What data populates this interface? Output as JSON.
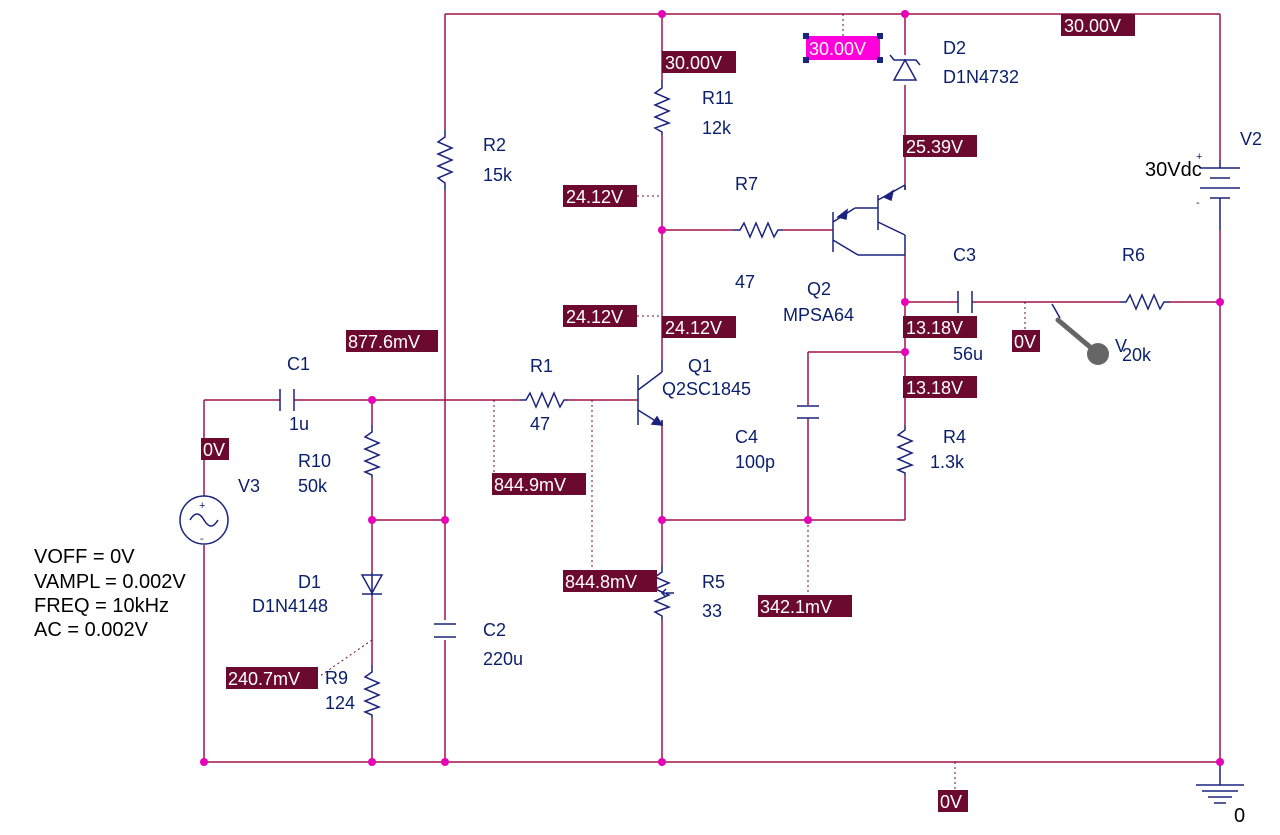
{
  "colors": {
    "wire": "#a0144a",
    "component": "#1a237e",
    "node": "#e600b8",
    "marker_bg": "#6b0a2c",
    "marker_selected_bg": "#ff00dd",
    "probe": "#666666"
  },
  "components": {
    "R2": {
      "ref": "R2",
      "value": "15k"
    },
    "R11": {
      "ref": "R11",
      "value": "12k"
    },
    "R7": {
      "ref": "R7",
      "value": "47"
    },
    "R1": {
      "ref": "R1",
      "value": "47"
    },
    "R10": {
      "ref": "R10",
      "value": "50k"
    },
    "R9": {
      "ref": "R9",
      "value": "124"
    },
    "R5": {
      "ref": "R5",
      "value": "33"
    },
    "R4": {
      "ref": "R4",
      "value": "1.3k"
    },
    "R6": {
      "ref": "R6",
      "value": "20k"
    },
    "C1": {
      "ref": "C1",
      "value": "1u"
    },
    "C2": {
      "ref": "C2",
      "value": "220u"
    },
    "C3": {
      "ref": "C3",
      "value": "56u"
    },
    "C4": {
      "ref": "C4",
      "value": "100p"
    },
    "D1": {
      "ref": "D1",
      "value": "D1N4148"
    },
    "D2": {
      "ref": "D2",
      "value": "D1N4732"
    },
    "Q1": {
      "ref": "Q1",
      "value": "Q2SC1845"
    },
    "Q2": {
      "ref": "Q2",
      "value": "MPSA64"
    },
    "V2": {
      "ref": "V2",
      "value": "30Vdc"
    },
    "V3": {
      "ref": "V3"
    }
  },
  "source_params": [
    "VOFF = 0V",
    "VAMPL = 0.002V",
    "FREQ = 10kHz",
    "AC = 0.002V"
  ],
  "voltage_markers": {
    "top_right": "30.00V",
    "d2_anode": "30.00V",
    "r11_top": "30.00V",
    "q2_emitter": "25.39V",
    "r7_node": "24.12V",
    "q1_coll_left": "24.12V",
    "q1_coll_right": "24.12V",
    "bias_node": "877.6mV",
    "r1_left": "844.9mV",
    "q1_emitter": "844.8mV",
    "out_node": "13.18V",
    "r4_top": "13.18V",
    "c3_right": "0V",
    "v3_top": "0V",
    "d1_cathode": "240.7mV",
    "c4_bottom": "342.1mV",
    "ground_rail": "0V"
  },
  "probe_label": "V",
  "pins": {
    "plus": "+",
    "minus": "-"
  },
  "ground_label": "0"
}
